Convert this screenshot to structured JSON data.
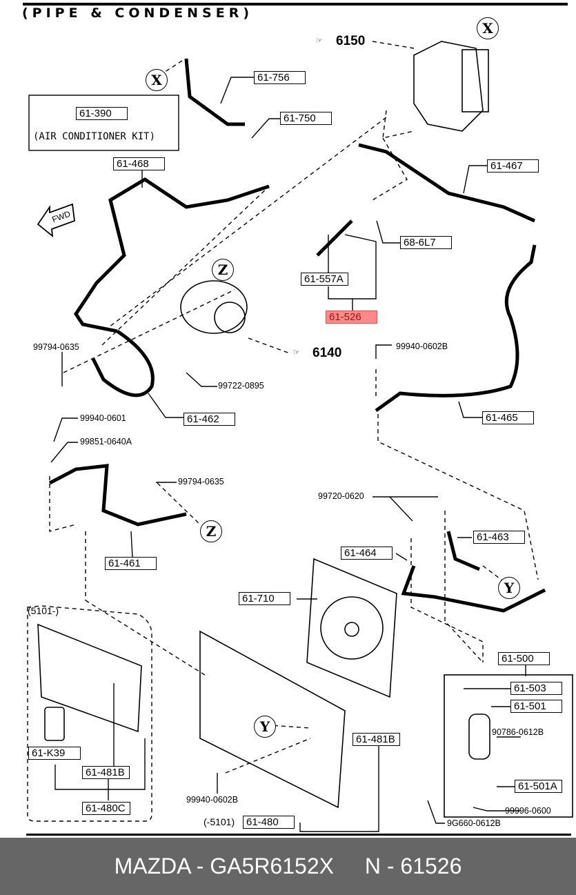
{
  "header": {
    "title": "(PIPE & CONDENSER)"
  },
  "kit": {
    "part": "61-390",
    "description": "(AIR CONDITIONER KIT)"
  },
  "references": {
    "ref_6150": "6150",
    "ref_6140": "6140",
    "fwd": "FWD"
  },
  "callouts": {
    "x1": "X",
    "x2": "X",
    "z1": "Z",
    "z2": "Z",
    "y1": "Y",
    "y2": "Y"
  },
  "parts": {
    "p61_756": "61-756",
    "p61_750": "61-750",
    "p61_468": "61-468",
    "p61_467": "61-467",
    "p68_6L7": "68-6L7",
    "p61_557A": "61-557A",
    "p61_526": "61-526",
    "p61_462": "61-462",
    "p61_465": "61-465",
    "p61_461": "61-461",
    "p61_463": "61-463",
    "p61_464": "61-464",
    "p61_710": "61-710",
    "p61_500": "61-500",
    "p61_503": "61-503",
    "p61_501": "61-501",
    "p61_501A": "61-501A",
    "p61_481B_a": "61-481B",
    "p61_481B_b": "61-481B",
    "p61_K39": "61-K39",
    "p61_480C": "61-480C",
    "p61_480": "61-480"
  },
  "fasteners": {
    "f99794_0635_a": "99794-0635",
    "f99722_0895": "99722-0895",
    "f99940_0602B_a": "99940-0602B",
    "f99940_0601": "99940-0601",
    "f99851_0640A": "99851-0640A",
    "f99794_0635_b": "99794-0635",
    "f99720_0620": "99720-0620",
    "f99940_0602B_b": "99940-0602B",
    "f90786_0612B": "90786-0612B",
    "f99996_0600": "99996-0600",
    "f9G660_0612B": "9G660-0612B"
  },
  "ranges": {
    "from5101": "(5101-)",
    "to5101": "(-5101)"
  },
  "highlight_color": "#ff8a8a",
  "footer": {
    "brand_part": "MAZDA - GA5R6152X",
    "ref": "N - 61526"
  }
}
